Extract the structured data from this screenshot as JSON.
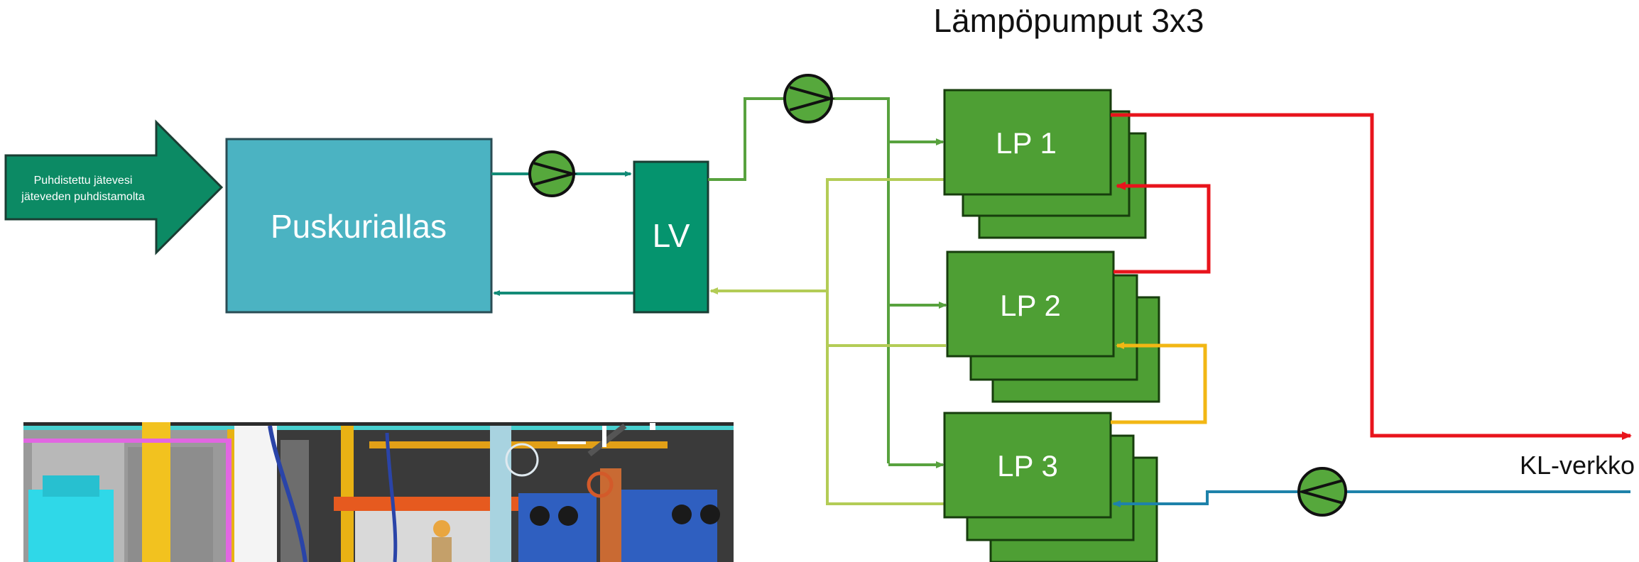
{
  "title": "Lämpöpumput 3x3",
  "inflow_arrow": {
    "line1": "Puhdistettu jätevesi",
    "line2": "jäteveden puhdistamolta"
  },
  "buffer_tank": {
    "label": "Puskuriallas"
  },
  "heat_exchanger": {
    "label": "LV"
  },
  "heat_pumps": [
    {
      "label": "LP 1"
    },
    {
      "label": "LP 2"
    },
    {
      "label": "LP 3"
    }
  ],
  "network": {
    "label": "KL-verkko"
  },
  "photo": {
    "description": "3D model rendering of heat pump plant room"
  },
  "colors": {
    "arrow_fill": "#0c8a64",
    "buffer_fill": "#4bb3c2",
    "lv_fill": "#05946e",
    "lp_fill": "#4e9f34",
    "pump_fill": "#56a83c",
    "teal_line": "#138b77",
    "green_line": "#58a23e",
    "lime_line": "#b3cc56",
    "red_line": "#e8141c",
    "yellow_line": "#f2b714",
    "blue_line": "#1e82aa"
  }
}
